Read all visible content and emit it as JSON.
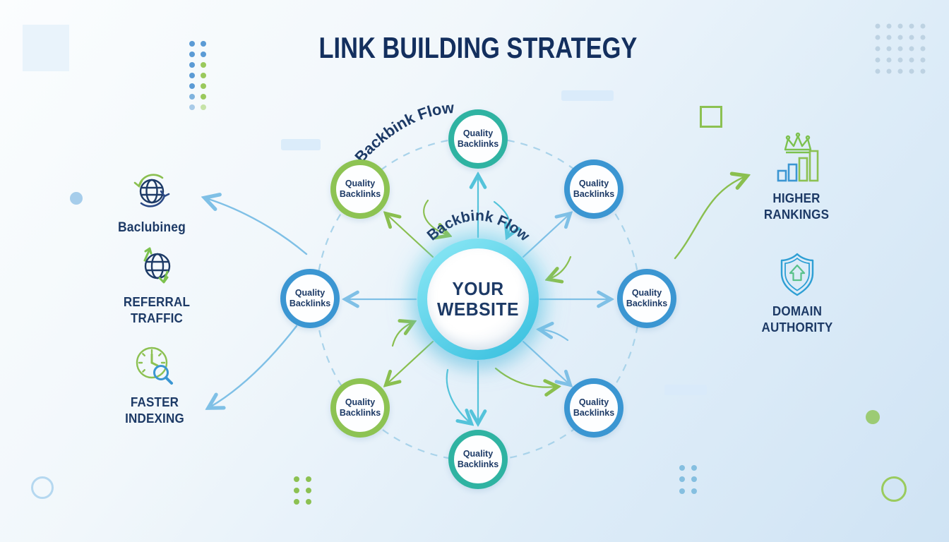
{
  "title": "LINK BUILDING STRATEGY",
  "center_node": {
    "line1": "YOUR",
    "line2": "WEBSITE"
  },
  "flow_labels": {
    "outer": "Backbink Flow",
    "inner": "Backbink Flow"
  },
  "satellites": [
    {
      "position": "top",
      "label": "Quality Backlinks",
      "ring_color": "#2fb3a2"
    },
    {
      "position": "top-right",
      "label": "Quality Backlinks",
      "ring_color": "#3b96d2"
    },
    {
      "position": "right",
      "label": "Quality Backlinks",
      "ring_color": "#3b96d2"
    },
    {
      "position": "bottom-right",
      "label": "Quality Backlinks",
      "ring_color": "#3b96d2"
    },
    {
      "position": "bottom",
      "label": "Quality Backlinks",
      "ring_color": "#2fb3a2"
    },
    {
      "position": "bottom-left",
      "label": "Quality Backlinks",
      "ring_color": "#8dc353"
    },
    {
      "position": "left",
      "label": "Quality Backlinks",
      "ring_color": "#3b96d2"
    },
    {
      "position": "top-left",
      "label": "Quality Backlinks",
      "ring_color": "#8dc353"
    }
  ],
  "benefits_left": [
    {
      "label": "Baclubineg",
      "icon": "globe-sync-icon"
    },
    {
      "label": "REFERRAL TRAFFIC",
      "icon": "globe-traffic-icon"
    },
    {
      "label": "FASTER INDEXING",
      "icon": "clock-magnifier-icon"
    }
  ],
  "benefits_right": [
    {
      "label": "HIGHER RANKINGS",
      "icon": "crown-bar-chart-icon"
    },
    {
      "label": "DOMAIN AUTHORITY",
      "icon": "shield-up-arrow-icon"
    }
  ],
  "colors": {
    "title_text": "#132f5e",
    "body_text": "#1d3a66",
    "teal_ring": "#2fb3a2",
    "green_ring": "#8dc353",
    "blue_ring": "#3b96d2",
    "center_ring": "#49c8e5",
    "dashed_ring": "#a9d3ea",
    "arrow_blue": "#7fc0e6",
    "arrow_cyan": "#54c3da",
    "arrow_green": "#8abf4f"
  }
}
